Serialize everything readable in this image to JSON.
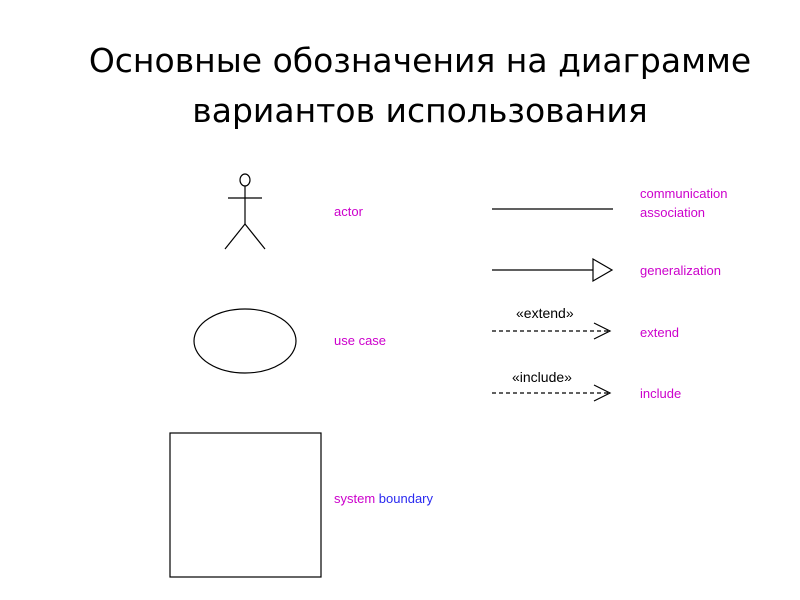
{
  "title": {
    "line1": "Основные обозначения на диаграмме",
    "line2": "вариантов использования"
  },
  "colors": {
    "label_magenta": "#cc00cc",
    "label_blue": "#2a2af0",
    "line": "#000000"
  },
  "labels": {
    "actor": "actor",
    "use_case": "use case",
    "system_boundary_system": "system",
    "system_boundary_boundary": "boundary",
    "communication_line1": "communication",
    "communication_line2": "association",
    "generalization": "generalization",
    "extend": "extend",
    "include": "include"
  },
  "stereotypes": {
    "extend": "«extend»",
    "include": "«include»"
  }
}
